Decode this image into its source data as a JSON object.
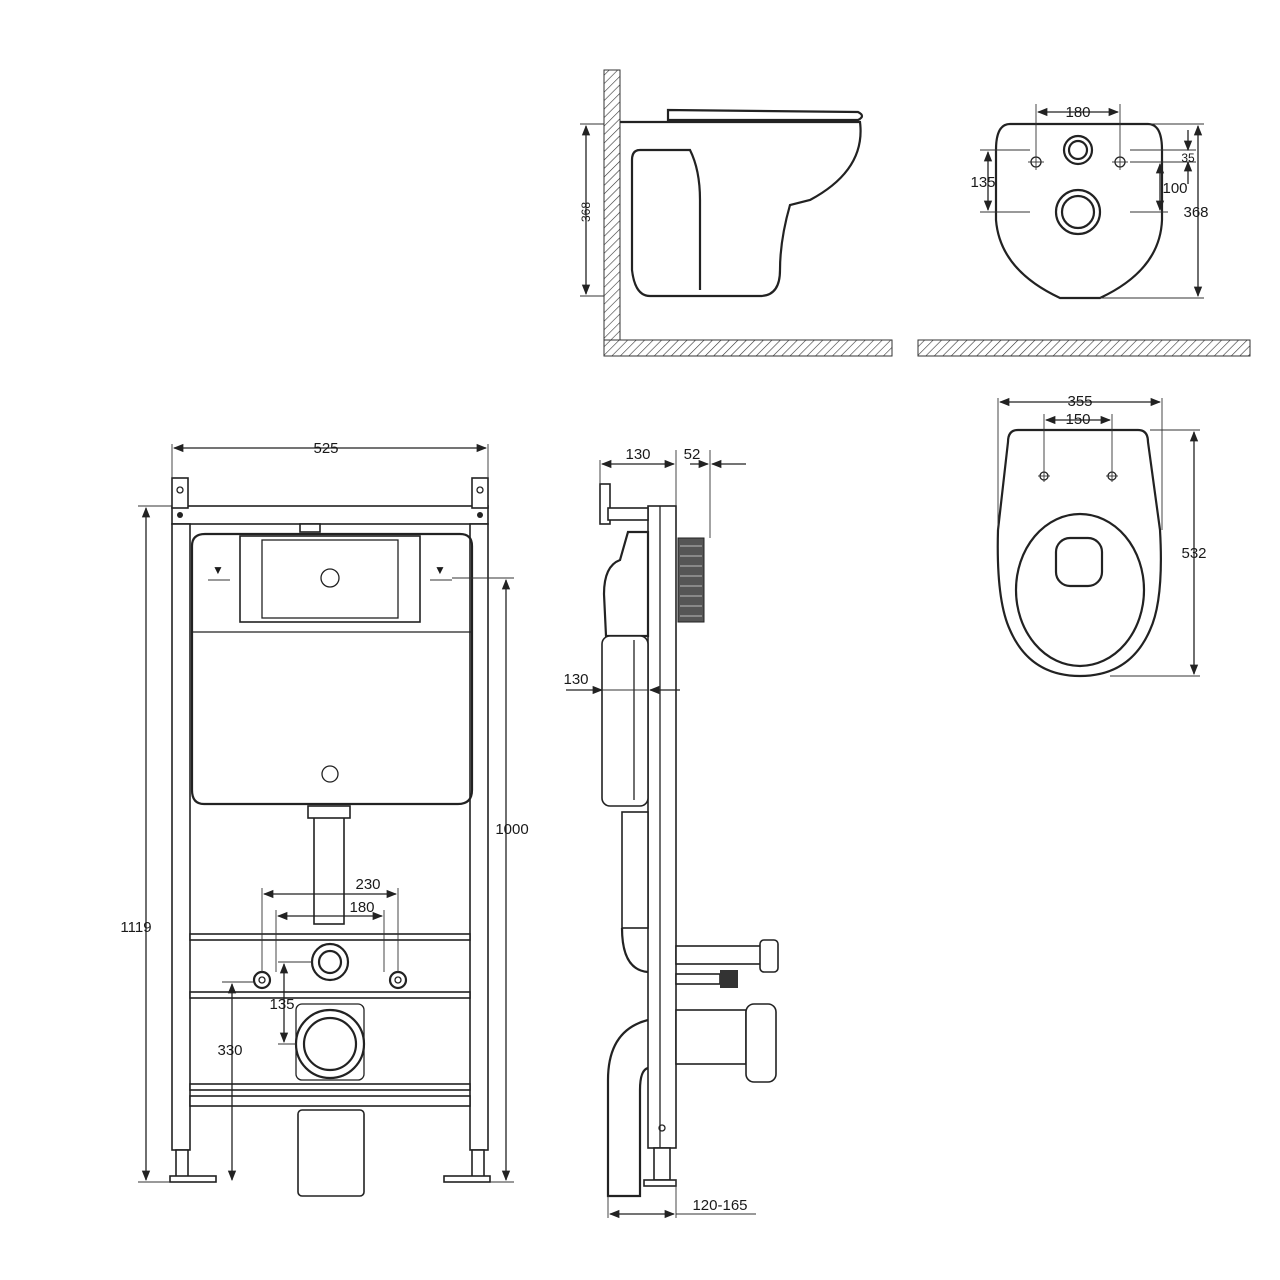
{
  "views": {
    "side_toilet": {
      "dim_height": "368"
    },
    "rear_toilet": {
      "dim_width_top": "180",
      "dim_small": "35",
      "dim_left": "135",
      "dim_mid": "100",
      "dim_height": "368"
    },
    "top_toilet": {
      "dim_width": "355",
      "dim_inner": "150",
      "dim_length": "532"
    },
    "front_frame": {
      "dim_width": "525",
      "dim_total_height": "1119",
      "dim_height": "1000",
      "dim_outer": "230",
      "dim_inner": "180",
      "dim_center": "135",
      "dim_bottom": "330"
    },
    "side_frame": {
      "dim_depth": "130",
      "dim_front": "52",
      "dim_tank": "130",
      "dim_adjust": "120-165"
    }
  }
}
